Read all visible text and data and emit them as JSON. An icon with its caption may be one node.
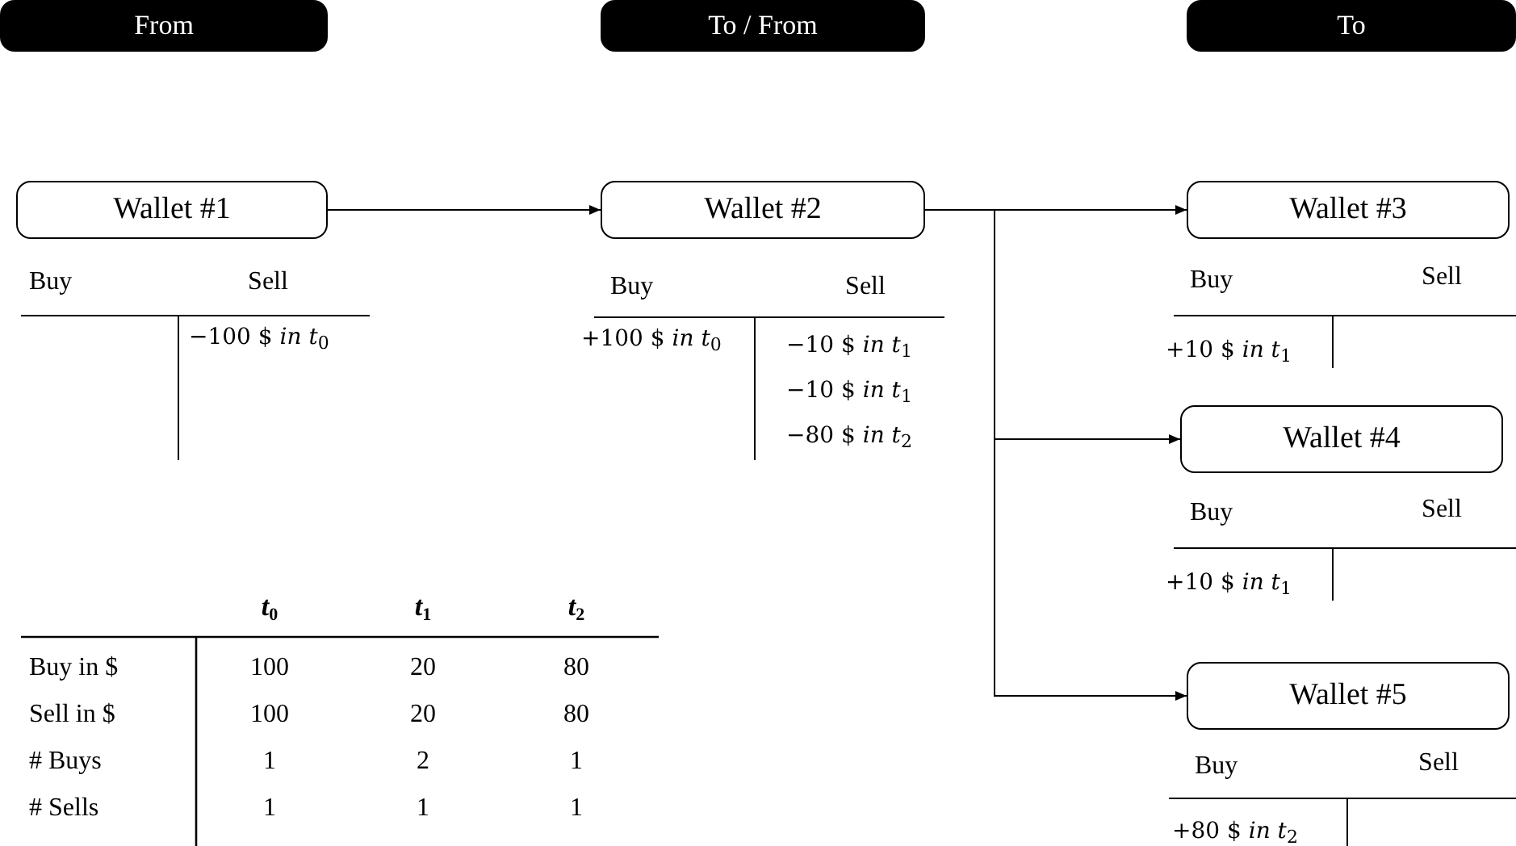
{
  "diagram": {
    "nodes": [
      {
        "text": [
          "From"
        ]
      },
      {
        "text": [
          "To / From"
        ]
      },
      {
        "text": [
          "To"
        ]
      },
      {
        "text": [
          "Wallet #1"
        ]
      },
      {
        "text": [
          "Wallet #2"
        ]
      },
      {
        "text": [
          "Wallet #3"
        ]
      },
      {
        "text": [
          "Wallet #4"
        ]
      },
      {
        "text": [
          "Wallet #5"
        ]
      }
    ],
    "edges": [
      {
        "from": 3,
        "to": 4,
        "arrow": "to"
      },
      {
        "from": 4,
        "to": 5,
        "arrow": "to"
      },
      {
        "from": 4,
        "to": 6,
        "arrow": "to"
      },
      {
        "from": 4,
        "to": 7,
        "arrow": "to"
      }
    ],
    "labels": [
      "Buy",
      "Sell",
      "−100 $ *in t*$_{0}$",
      "Buy",
      "Sell",
      "+100 $ *in t*$_{0}$",
      "−10 $ *in t*$_{1}$",
      "−10 $ *in t*$_{1}$",
      "−80 $ *in t*$_{2}$",
      "Buy",
      "Sell",
      "+10 $ *in t*$_{1}$",
      "Buy",
      "Sell",
      "+10 $ *in t*$_{1}$",
      "Buy",
      "Sell",
      "+80 $ *in t*$_{2}$",
      "*t*$_{0}$",
      "*t*$_{1}$",
      "*t*$_{2}$",
      "Buy in $",
      "100",
      "20",
      "80",
      "Sell in $",
      "100",
      "20",
      "80",
      "# Buys",
      "1",
      "2",
      "1",
      "# Sells",
      "1",
      "1",
      "1"
    ]
  }
}
